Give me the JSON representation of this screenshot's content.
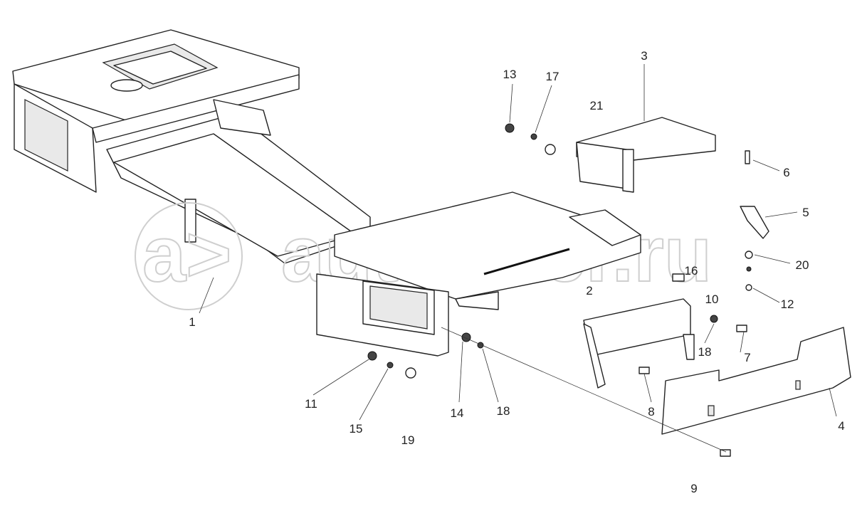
{
  "diagram": {
    "watermark": "autopiter.ru",
    "watermark_logo": "a>",
    "labels": [
      "1",
      "2",
      "3",
      "4",
      "5",
      "6",
      "7",
      "8",
      "9",
      "10",
      "11",
      "12",
      "13",
      "14",
      "15",
      "16",
      "17",
      "18",
      "18",
      "19",
      "20",
      "21"
    ]
  }
}
